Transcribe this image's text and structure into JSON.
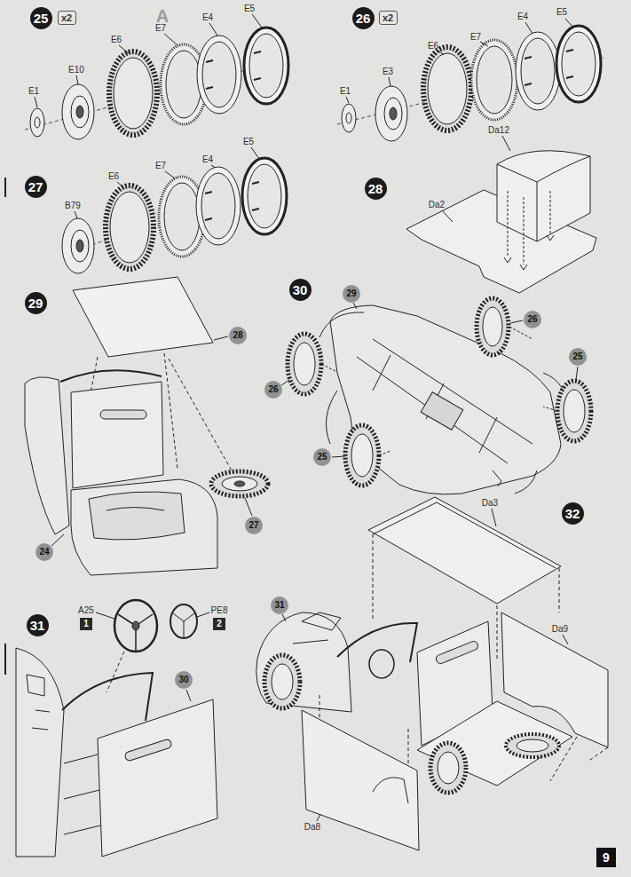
{
  "diagram": {
    "nodes": [
      {
        "text": [
          "25"
        ]
      },
      {
        "text": [
          "x2"
        ]
      },
      {
        "text": [
          "26"
        ]
      },
      {
        "text": [
          "x2"
        ]
      },
      {
        "text": [
          "27"
        ]
      },
      {
        "text": [
          "28"
        ]
      },
      {
        "text": [
          "29"
        ]
      },
      {
        "text": [
          "30"
        ]
      },
      {
        "text": [
          "29"
        ]
      },
      {
        "text": [
          "26"
        ]
      },
      {
        "text": [
          "28"
        ]
      },
      {
        "text": [
          "25"
        ]
      },
      {
        "text": [
          "26"
        ]
      },
      {
        "text": [
          "25"
        ]
      },
      {
        "text": [
          "27"
        ]
      },
      {
        "text": [
          "24"
        ]
      },
      {
        "text": [
          "32"
        ]
      },
      {
        "text": [
          "31"
        ]
      },
      {
        "text": [
          "1"
        ]
      },
      {
        "text": [
          "2"
        ]
      },
      {
        "text": [
          "31"
        ]
      },
      {
        "text": [
          "30"
        ]
      },
      {
        "text": [
          "9"
        ]
      }
    ],
    "labels": [
      "A",
      "E1",
      "E10",
      "E6",
      "E7",
      "E4",
      "E5",
      "E1",
      "E3",
      "E6",
      "E7",
      "E4",
      "E5",
      "B79",
      "E6",
      "E7",
      "E4",
      "E5",
      "Da12",
      "Da2",
      "A25",
      "PE8",
      "Da3",
      "Da9",
      "Da8"
    ]
  }
}
